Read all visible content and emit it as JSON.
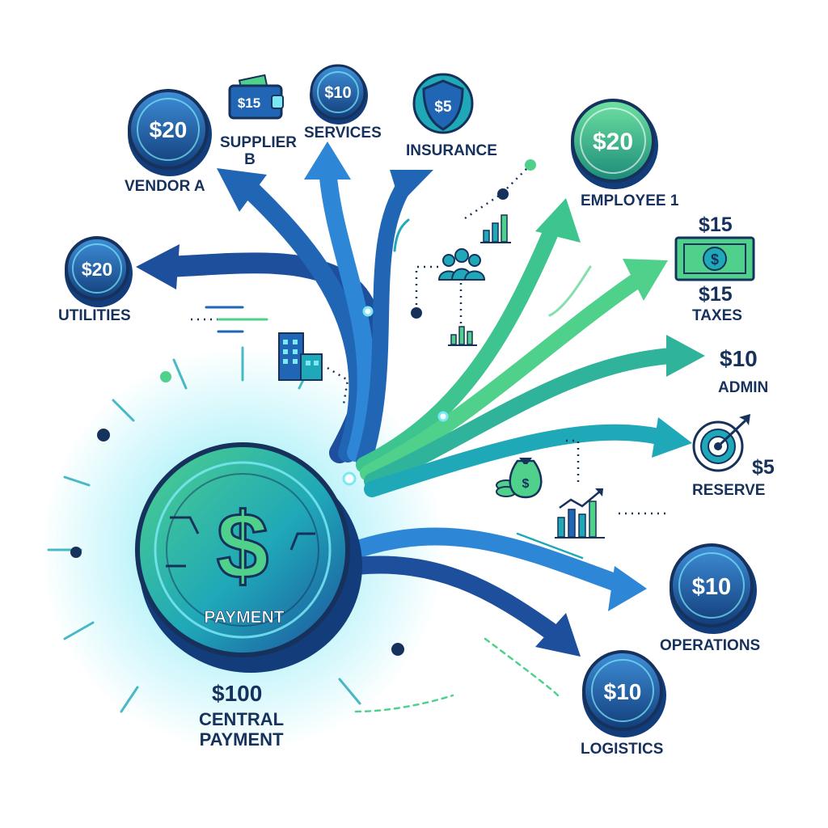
{
  "center": {
    "coin_symbol": "$",
    "coin_text": "PAYMENT",
    "amount": "$100",
    "label_line1": "CENTRAL",
    "label_line2": "PAYMENT"
  },
  "nodes": {
    "vendor_a": {
      "coin": "$20",
      "label": "VENDOR A"
    },
    "supplier_b": {
      "badge": "$15",
      "label_line1": "SUPPLIER",
      "label_line2": "B"
    },
    "services": {
      "coin": "$10",
      "label": "SERVICES"
    },
    "insurance": {
      "badge": "$5",
      "label": "INSURANCE"
    },
    "employee_1": {
      "coin": "$20",
      "label": "EMPLOYEE 1"
    },
    "taxes": {
      "amount_top": "$15",
      "bill_symbol": "$",
      "amount": "$15",
      "label": "TAXES"
    },
    "admin": {
      "amount": "$10",
      "label": "ADMIN"
    },
    "reserve": {
      "amount": "$5",
      "label": "RESERVE"
    },
    "operations": {
      "coin": "$10",
      "label": "OPERATIONS"
    },
    "logistics": {
      "coin": "$10",
      "label": "LOGISTICS"
    },
    "utilities": {
      "coin": "$20",
      "label": "UTILITIES"
    }
  },
  "decor": {
    "money_bag_symbol": "$"
  },
  "colors": {
    "navy": "#16325c",
    "blue": "#2166b5",
    "teal": "#1fa8b8",
    "green": "#4fd18b",
    "glow": "#7ae8f5"
  }
}
